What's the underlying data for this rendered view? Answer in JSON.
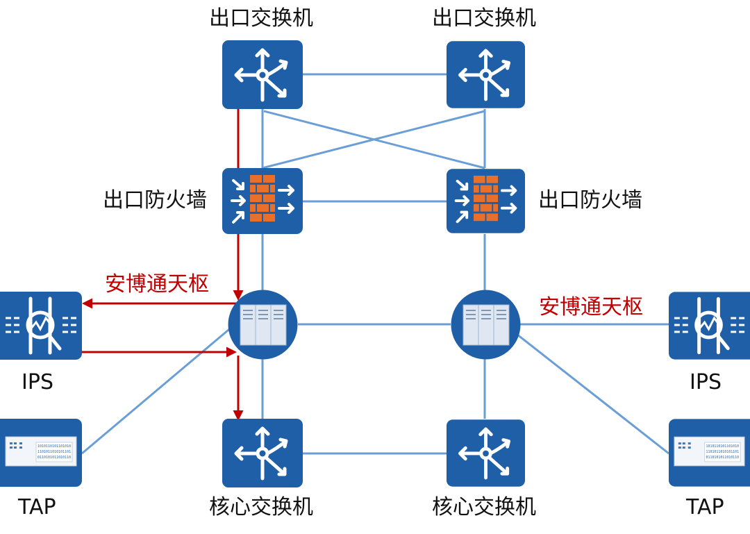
{
  "labels": {
    "egress_switch_left": "出口交换机",
    "egress_switch_right": "出口交换机",
    "egress_firewall_left": "出口防火墙",
    "egress_firewall_right": "出口防火墙",
    "tianshu_left": "安博通天枢",
    "tianshu_right": "安博通天枢",
    "ips_left": "IPS",
    "ips_right": "IPS",
    "tap_left": "TAP",
    "tap_right": "TAP",
    "core_switch_left": "核心交换机",
    "core_switch_right": "核心交换机"
  },
  "tap_screen": {
    "left_lines": [
      "1010110101101010",
      "1101011010101101",
      "0110101011010110"
    ],
    "right_lines": [
      "1010110101101010",
      "1101011010101101",
      "0110101011010110"
    ]
  },
  "colors": {
    "device_blue": "#1f5fa8",
    "link_blue": "#6a9ed6",
    "flow_red": "#c00000",
    "brick_orange": "#e8702a"
  },
  "icons": {
    "switch": "router-arrows-icon",
    "firewall": "firewall-brick-icon",
    "tianshu": "server-cluster-icon",
    "ips": "ips-monitor-icon",
    "tap": "tap-appliance-icon"
  }
}
